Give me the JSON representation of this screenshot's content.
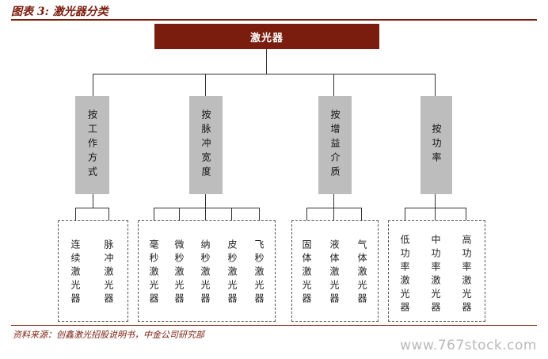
{
  "figure": {
    "caption": "图表 3: 激光器分类",
    "source": "资料来源：创鑫激光招股说明书，中金公司研究部",
    "watermark": "www.767stock.com"
  },
  "root": {
    "label": "激光器"
  },
  "categories": [
    {
      "label": "按工作方式",
      "children": [
        "连续激光器",
        "脉冲激光器"
      ]
    },
    {
      "label": "按脉冲宽度",
      "children": [
        "毫秒激光器",
        "微秒激光器",
        "纳秒激光器",
        "皮秒激光器",
        "飞秒激光器"
      ]
    },
    {
      "label": "按增益介质",
      "children": [
        "固体激光器",
        "液体激光器",
        "气体激光器"
      ]
    },
    {
      "label": "按功率",
      "children": [
        "低功率激光器",
        "中功率激光器",
        "高功率激光器"
      ]
    }
  ],
  "colors": {
    "root_fill": "#7b1d0e",
    "category_fill": "#bdbdbd",
    "accent": "#7b1d0e"
  }
}
